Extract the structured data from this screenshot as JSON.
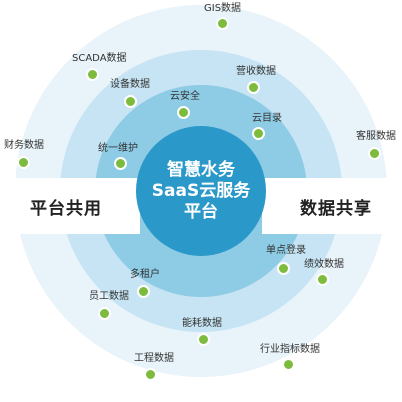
{
  "center": {
    "line1": "智慧水务",
    "line2": "SaaS云服务",
    "line3": "平台"
  },
  "left_band": "平台共用",
  "right_band": "数据共享",
  "inner_nodes": {
    "cloud_security": "云安全",
    "cloud_directory": "云目录",
    "unified_maintenance": "统一维护",
    "single_sign_on": "单点登录",
    "multi_tenant": "多租户"
  },
  "data_nodes": {
    "gis": "GIS数据",
    "scada": "SCADA数据",
    "device": "设备数据",
    "revenue": "营收数据",
    "customer_service": "客服数据",
    "finance": "财务数据",
    "performance": "绩效数据",
    "staff": "员工数据",
    "energy": "能耗数据",
    "engineering": "工程数据",
    "industry_kpi": "行业指标数据"
  },
  "colors": {
    "outer_ring": "#e8f3fa",
    "second_ring": "#c6e4f3",
    "third_ring": "#8ecbe5",
    "core": "#2a98c8",
    "node_dot": "#7cbb3c"
  }
}
